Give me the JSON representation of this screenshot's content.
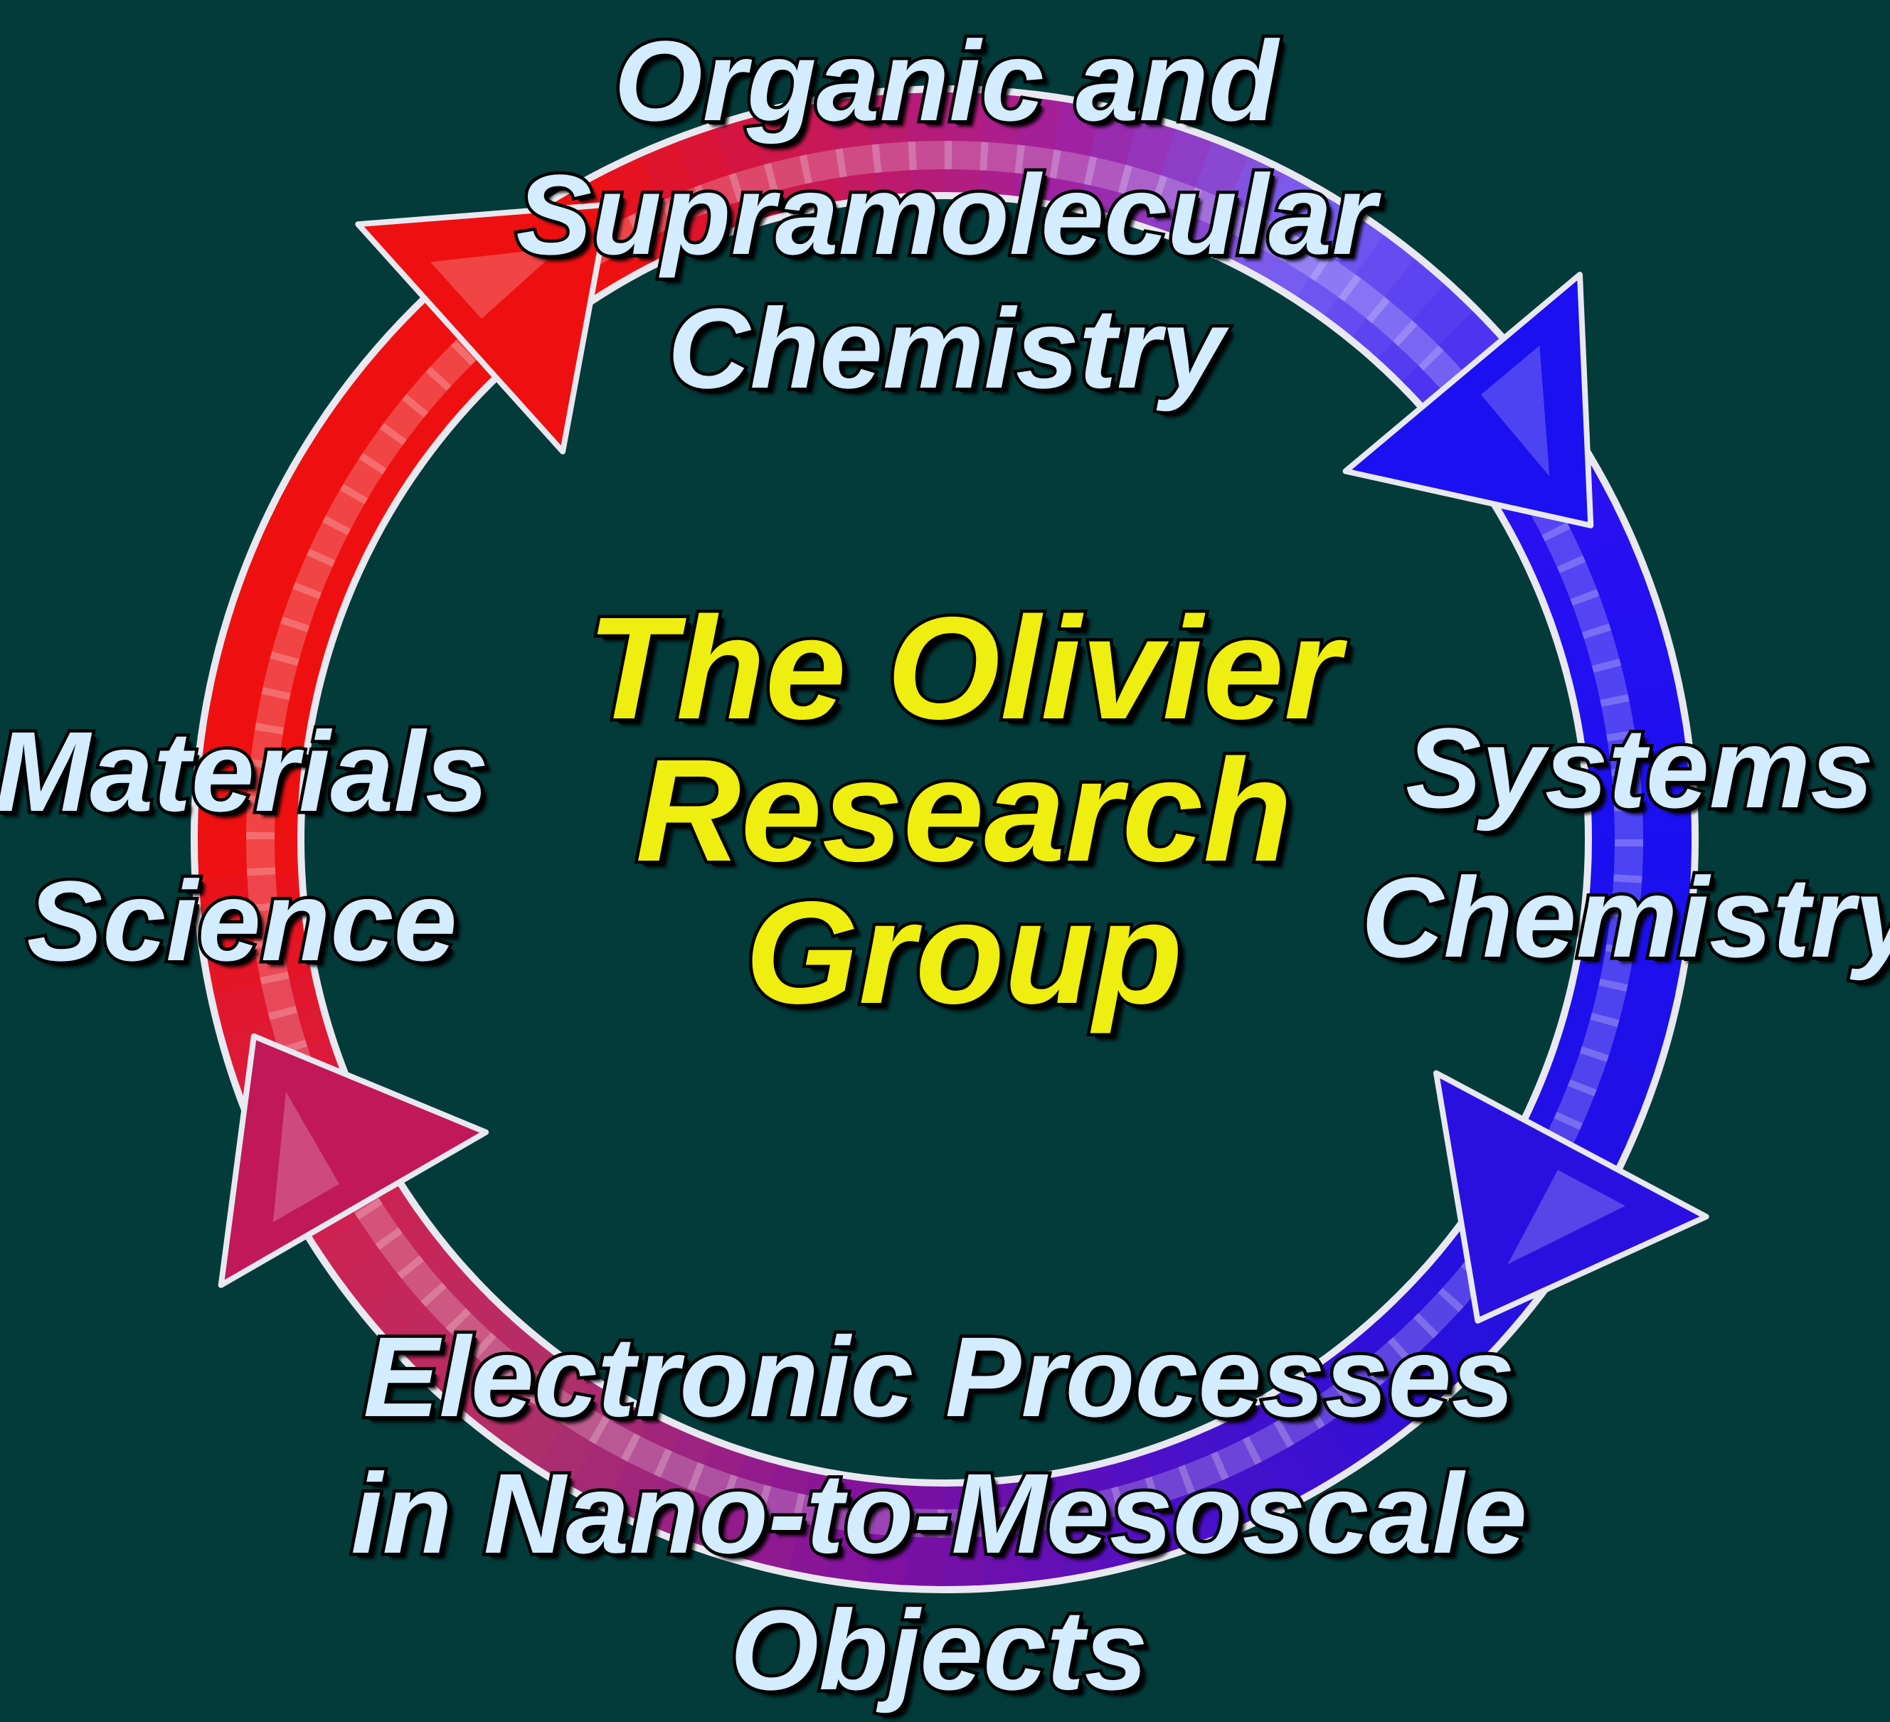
{
  "background_color": "#033a3a",
  "ring_colors": {
    "red": "#ee1010",
    "blue": "#1a10f0",
    "magenta": "#b0105a",
    "purple": "#6a10a8"
  },
  "center_title": {
    "lines": [
      "The Olivier",
      "Research",
      "Group"
    ],
    "color": "#eeee10"
  },
  "labels": {
    "top": [
      "Organic and",
      "Supramolecular",
      "Chemistry"
    ],
    "right": [
      "Systems",
      "Chemistry"
    ],
    "bottom": [
      "Electronic Processes",
      "in Nano-to-Mesoscale",
      "Objects"
    ],
    "left": [
      "Materials",
      "Science"
    ]
  },
  "label_color": "#d3ecff",
  "icons": {
    "arrows": [
      "arrowhead-icon",
      "arrowhead-icon",
      "arrowhead-icon",
      "arrowhead-icon"
    ]
  }
}
